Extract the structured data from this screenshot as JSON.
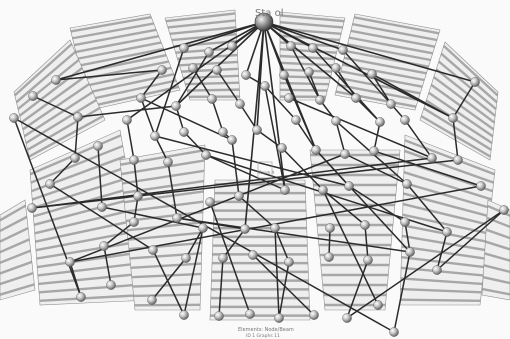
{
  "labels": {
    "top": "Sta ol",
    "center_block": "Room A",
    "bottom_line1": "Elements: Node/Beam",
    "bottom_line2": "ID 1 Graphs 11"
  },
  "colors": {
    "background": "#fafafa",
    "seating_fill": "#d9d9d9",
    "seating_stroke": "#8f8f8f",
    "edge": "#2b2b2b",
    "node": "#9a9a9a"
  }
}
